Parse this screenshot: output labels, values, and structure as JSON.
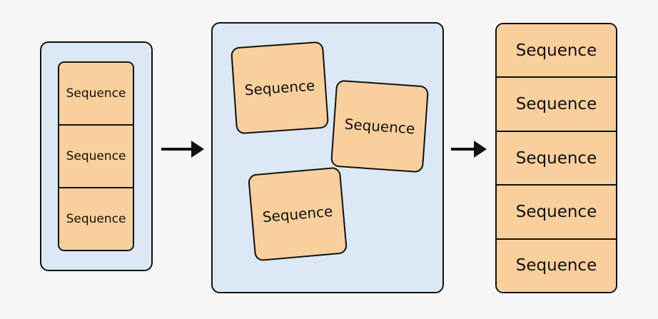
{
  "stage1": {
    "items": [
      "Sequence",
      "Sequence",
      "Sequence"
    ]
  },
  "stage2": {
    "items": [
      "Sequence",
      "Sequence",
      "Sequence"
    ]
  },
  "stage3": {
    "items": [
      "Sequence",
      "Sequence",
      "Sequence",
      "Sequence",
      "Sequence"
    ]
  },
  "colors": {
    "container": "#dbe8f5",
    "block": "#f9cf9c",
    "outline": "#111111"
  },
  "icons": [
    "arrow-right-icon",
    "arrow-right-icon"
  ]
}
